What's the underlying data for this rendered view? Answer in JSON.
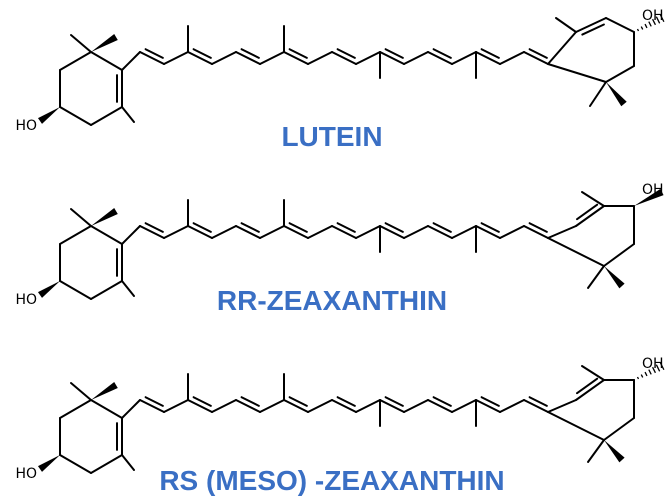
{
  "molecules": [
    {
      "name": "LUTEIN",
      "right_ring": "epsilon",
      "right_oh": "hash"
    },
    {
      "name": "RR-ZEAXANTHIN",
      "right_ring": "beta",
      "right_oh": "wedge"
    },
    {
      "name": "RS (MESO) -ZEAXANTHIN",
      "right_ring": "beta",
      "right_oh": "hash"
    }
  ],
  "atom_labels": {
    "oh": "OH",
    "ho": "HO"
  },
  "colors": {
    "title": "#3a6fc4",
    "bond": "#000000"
  }
}
